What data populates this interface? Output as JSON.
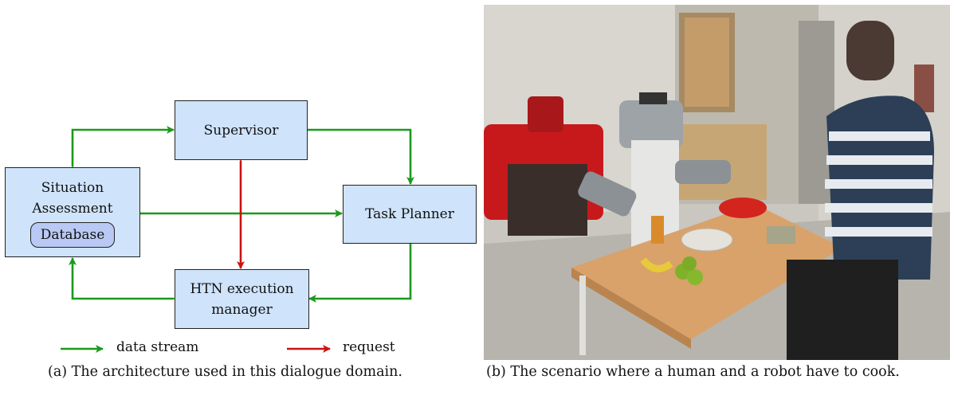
{
  "diagram": {
    "nodes": {
      "supervisor": "Supervisor",
      "situation_line1": "Situation",
      "situation_line2": "Assessment",
      "database": "Database",
      "task_planner": "Task Planner",
      "htn_line1": "HTN execution",
      "htn_line2": "manager"
    },
    "legend": {
      "data_stream": "data stream",
      "request": "request"
    },
    "colors": {
      "box_fill": "#cfe3fb",
      "database_fill": "#b9c9f3",
      "data_stream": "#1a9a1a",
      "request": "#cc1111"
    }
  },
  "captions": {
    "left": "(a)  The architecture used in this dialogue domain.",
    "right": "(b)  The scenario where a human and a robot have to cook."
  }
}
